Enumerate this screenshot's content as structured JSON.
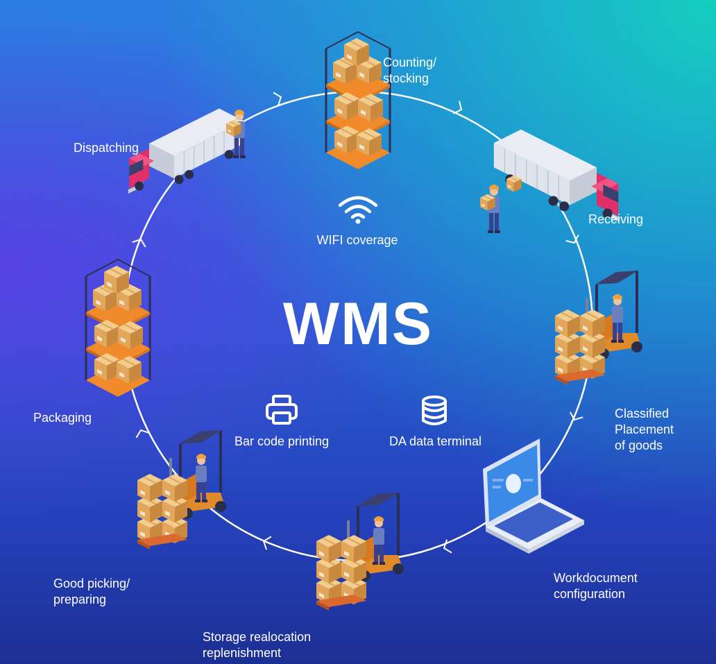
{
  "title": "WMS",
  "center_features": {
    "wifi": {
      "label": "WIFI coverage",
      "icon": "wifi-icon"
    },
    "printer": {
      "label": "Bar code printing",
      "icon": "printer-icon"
    },
    "terminal": {
      "label": "DA data terminal",
      "icon": "database-icon"
    }
  },
  "cycle_steps": [
    {
      "id": "counting",
      "lines": [
        "Counting/",
        "stocking"
      ],
      "icon": "warehouse-shelf-icon"
    },
    {
      "id": "receiving",
      "lines": [
        "Receiving"
      ],
      "icon": "truck-unloading-icon"
    },
    {
      "id": "classified",
      "lines": [
        "Classified",
        "Placement",
        "of goods"
      ],
      "icon": "forklift-icon"
    },
    {
      "id": "workdocument",
      "lines": [
        "Workdocument",
        "configuration"
      ],
      "icon": "laptop-icon"
    },
    {
      "id": "storage",
      "lines": [
        "Storage realocation",
        "replenishment"
      ],
      "icon": "forklift-icon"
    },
    {
      "id": "picking",
      "lines": [
        "Good picking/",
        "preparing"
      ],
      "icon": "forklift-icon"
    },
    {
      "id": "packaging",
      "lines": [
        "Packaging"
      ],
      "icon": "warehouse-shelf-icon"
    },
    {
      "id": "dispatching",
      "lines": [
        "Dispatching"
      ],
      "icon": "truck-loading-icon"
    }
  ],
  "colors": {
    "background_top_right": "#18d2be",
    "background_left": "#5f3ce6",
    "background_bottom": "#1d2f93",
    "truck_cab": "#e0306a",
    "box": "#e9b86c",
    "shelf": "#f08a2a",
    "circle": "#ffffff"
  }
}
